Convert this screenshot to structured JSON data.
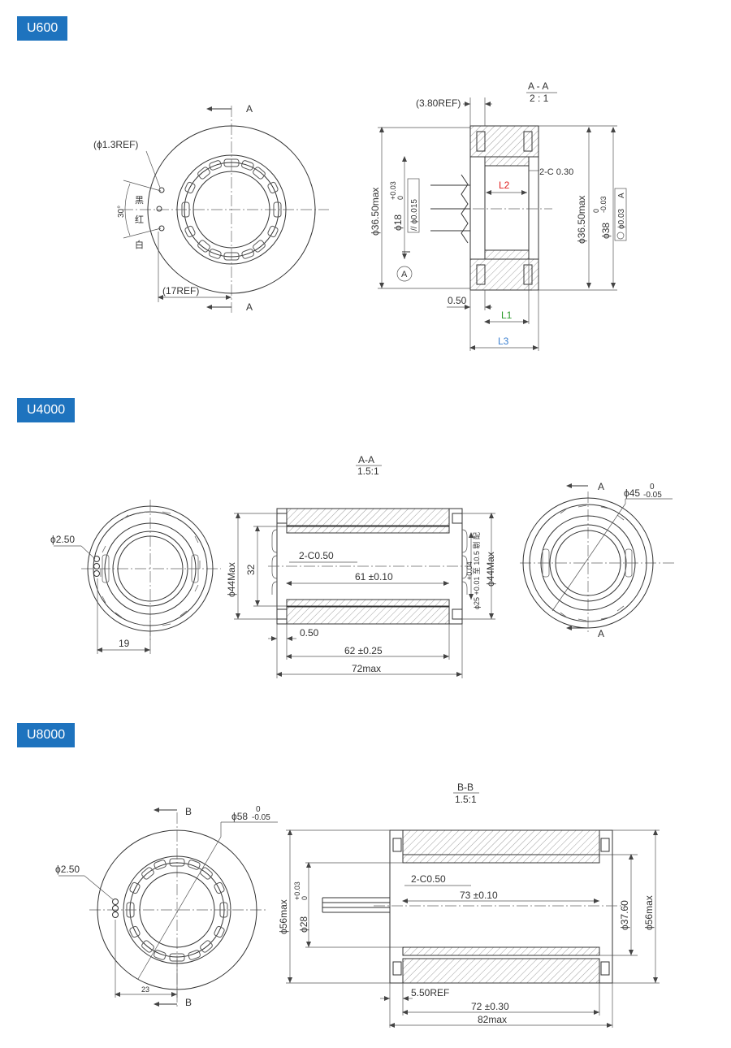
{
  "sections": {
    "u600": {
      "badge": "U600",
      "section_title": "A - A",
      "section_scale": "2 : 1",
      "ref_3_80": "(3.80REF)",
      "ref_1_3": "(ϕ1.3REF)",
      "ref_17": "(17REF)",
      "angle": "30°",
      "wire_labels": [
        "黑",
        "红",
        "白"
      ],
      "cut_mark": "A",
      "datum": "A",
      "outer_dia_left": "ϕ36.50max",
      "bore_dia": "ϕ18",
      "bore_tol_upper": "+0.03",
      "bore_tol_lower": "0",
      "parallel_tol": "// ϕ0.015",
      "chamfer": "2-C 0.30",
      "l2": "L2",
      "l1": "L1",
      "l3": "L3",
      "dim_050": "0.50",
      "outer_dia_right": "ϕ36.50max",
      "housing_dia": "ϕ38",
      "housing_tol_upper": "0",
      "housing_tol_lower": "-0.03",
      "runout": "ϕ0.03",
      "runout_datum": "A",
      "colors": {
        "l2": "#e02020",
        "l1": "#2a9a2a",
        "l3": "#3a7fd0"
      }
    },
    "u4000": {
      "badge": "U4000",
      "section_title": "A-A",
      "section_scale": "1.5:1",
      "dia_250": "ϕ2.50",
      "dim_19": "19",
      "outer_dia": "ϕ44Max",
      "dim_32": "32",
      "chamfer": "2-C0.50",
      "inner_len": "61 ±0.10",
      "dim_050": "0.50",
      "core_len": "62 ±0.25",
      "total_len": "72max",
      "bore_note": "ϕ25 +0.01 至 10.5 剔 配",
      "bore_tol": "+0.04",
      "outer_dia_right": "ϕ44Max",
      "cut_mark": "A",
      "dia_45": "ϕ45",
      "dia_45_tol_upper": "0",
      "dia_45_tol_lower": "-0.05"
    },
    "u8000": {
      "badge": "U8000",
      "section_title": "B-B",
      "section_scale": "1.5:1",
      "cut_mark": "B",
      "dia_58": "ϕ58",
      "dia_58_tol_upper": "0",
      "dia_58_tol_lower": "-0.05",
      "dia_250": "ϕ2.50",
      "dim_23": "23",
      "outer_dia_left": "ϕ56max",
      "bore_dia": "ϕ28",
      "bore_tol_upper": "+0.03",
      "bore_tol_lower": "0",
      "chamfer": "2-C0.50",
      "inner_len": "73 ±0.10",
      "dia_3760": "ϕ37.60",
      "outer_dia_right": "ϕ56max",
      "ref_550": "5.50REF",
      "core_len": "72 ±0.30",
      "total_len": "82max"
    }
  }
}
